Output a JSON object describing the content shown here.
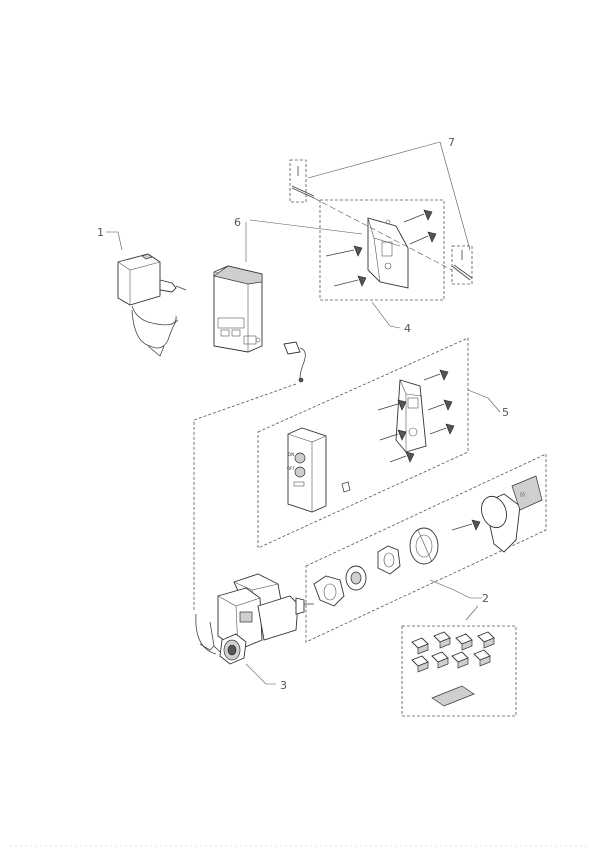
{
  "callouts": {
    "c1": "1",
    "c2": "2",
    "c3": "3",
    "c4": "4",
    "c5": "5",
    "c6": "6",
    "c7": "7"
  },
  "remote_labels": {
    "button_top": "ON",
    "button_bottom": "OFF"
  },
  "colors": {
    "line": "#444444",
    "shade": "#cfcfcf"
  }
}
